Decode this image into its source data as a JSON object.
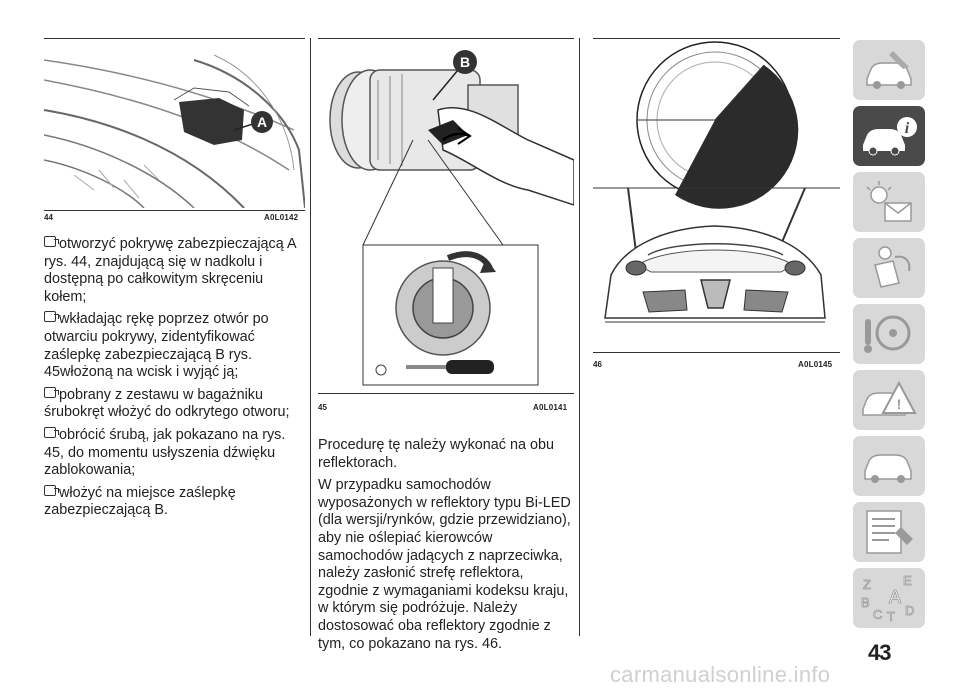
{
  "figures": [
    {
      "number": "44",
      "code": "A0L0142",
      "callout": "A"
    },
    {
      "number": "45",
      "code": "A0L0141",
      "callout": "B"
    },
    {
      "number": "46",
      "code": "A0L0145"
    }
  ],
  "column1": {
    "items": [
      {
        "text": "otworzyć pokrywę zabezpieczającą A rys. 44, znajdującą się w nadkolu i dostępną po całkowitym skręceniu kołem;"
      },
      {
        "text": "wkładając rękę poprzez otwór po otwarciu pokrywy, zidentyfikować zaślepkę zabezpieczającą B rys. 45włożoną na wcisk i wyjąć ją;"
      },
      {
        "text": "pobrany z zestawu w bagażniku śrubokręt włożyć do odkrytego otworu;"
      },
      {
        "text": "obrócić śrubą, jak pokazano na rys. 45, do momentu usłyszenia dźwięku zablokowania;"
      },
      {
        "text": "włożyć na miejsce zaślepkę zabezpieczającą B."
      }
    ]
  },
  "column2": {
    "paragraphs": [
      "Procedurę tę należy wykonać na obu reflektorach.",
      "W przypadku samochodów wyposażonych w reflektory typu Bi-LED (dla wersji/rynków, gdzie przewidziano), aby nie oślepiać kierowców samochodów jadących z naprzeciwka, należy zasłonić strefę reflektora, zgodnie z wymaganiami kodeksu kraju, w którym się podróżuje. Należy dostosować oba reflektory zgodnie z tym, co pokazano na rys. 46."
    ]
  },
  "sidebar": {
    "tabs": [
      {
        "icon": "car-dashboard-icon",
        "active": false
      },
      {
        "icon": "car-info-icon",
        "active": true
      },
      {
        "icon": "warning-light-message-icon",
        "active": false
      },
      {
        "icon": "airbag-seat-icon",
        "active": false
      },
      {
        "icon": "steering-wheel-key-icon",
        "active": false
      },
      {
        "icon": "car-warning-triangle-icon",
        "active": false
      },
      {
        "icon": "car-service-icon",
        "active": false
      },
      {
        "icon": "technical-data-list-icon",
        "active": false
      },
      {
        "icon": "alphabet-index-icon",
        "active": false
      }
    ],
    "index_letters": [
      "Z",
      "E",
      "A",
      "B",
      "C",
      "T",
      "D"
    ]
  },
  "page_number": "43",
  "watermark": "carmanualsonline.info"
}
